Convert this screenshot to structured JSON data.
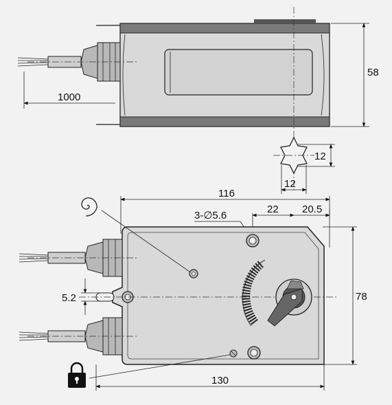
{
  "drawing": {
    "dimensions": {
      "cable_length": "1000",
      "height_side": "58",
      "shaft_square_vertical": "12",
      "shaft_square_horizontal": "12",
      "width_top": "116",
      "hole_note": "3-∅5.6",
      "hole_offset": "22",
      "shaft_offset": "20.5",
      "height_front": "78",
      "slot_width": "5.2",
      "overall_width": "130"
    },
    "colors": {
      "body_fill": "#d9d9d9",
      "band_fill": "#7a7a7a",
      "gland_fill": "#b8b8b8",
      "background": "#f2f2f2"
    },
    "icons": [
      "spring-return-icon",
      "lock-icon"
    ]
  }
}
